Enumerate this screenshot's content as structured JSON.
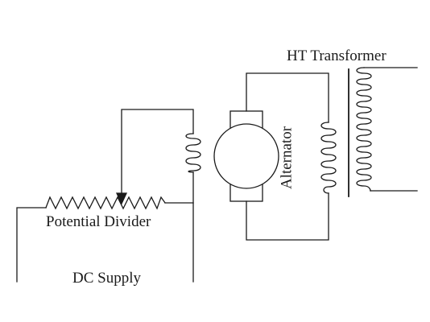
{
  "labels": {
    "ht_transformer": "HT Transformer",
    "alternator": "Alternator",
    "potential_divider": "Potential Divider",
    "dc_supply": "DC Supply"
  },
  "colors": {
    "line": "#1a1a1a",
    "background": "#ffffff"
  }
}
